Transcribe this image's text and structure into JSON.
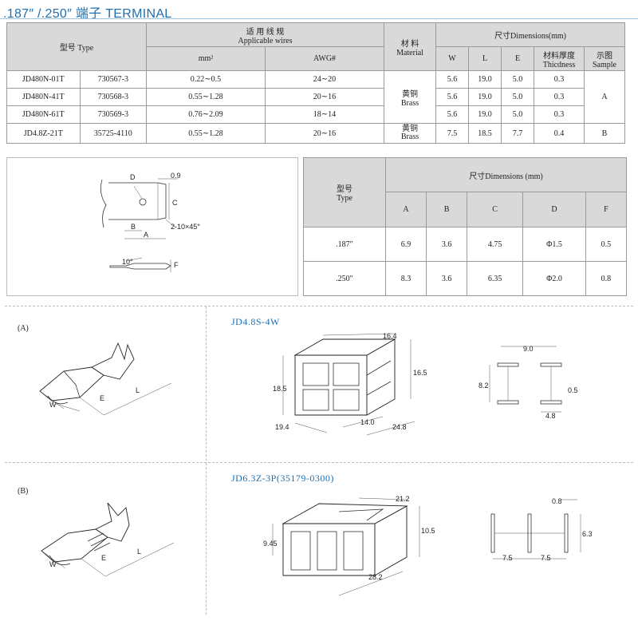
{
  "header": {
    "title": ".187″ /.250″ 端子 TERMINAL"
  },
  "table1": {
    "h_type": "型号  Type",
    "h_wires_cn": "适 用 线 规",
    "h_wires_en": "Applicable wires",
    "h_mm2": "mm²",
    "h_awg": "AWG#",
    "h_material_cn": "材  料",
    "h_material_en": "Material",
    "h_dims": "尺寸Dimensions(mm)",
    "h_w": "W",
    "h_l": "L",
    "h_e": "E",
    "h_thick_cn": "材料厚度",
    "h_thick_en": "Thicdness",
    "h_sample_cn": "示图",
    "h_sample_en": "Sample",
    "brass_cn": "黄铜",
    "brass_en": "Brass",
    "rows": [
      {
        "model": "JD480N-01T",
        "code": "730567-3",
        "mm2": "0.22∼0.5",
        "awg": "24∼20",
        "w": "5.6",
        "l": "19.0",
        "e": "5.0",
        "t": "0.3"
      },
      {
        "model": "JD480N-41T",
        "code": "730568-3",
        "mm2": "0.55∼1.28",
        "awg": "20∼16",
        "w": "5.6",
        "l": "19.0",
        "e": "5.0",
        "t": "0.3"
      },
      {
        "model": "JD480N-61T",
        "code": "730569-3",
        "mm2": "0.76∼2.09",
        "awg": "18∼14",
        "w": "5.6",
        "l": "19.0",
        "e": "5.0",
        "t": "0.3"
      },
      {
        "model": "JD4.8Z-21T",
        "code": "35725-4110",
        "mm2": "0.55∼1.28",
        "awg": "20∼16",
        "w": "7.5",
        "l": "18.5",
        "e": "7.7",
        "t": "0.4"
      }
    ],
    "sample_a": "A",
    "sample_b": "B"
  },
  "table2": {
    "h_type_cn": "型号",
    "h_type_en": "Type",
    "h_dims": "尺寸Dimensions (mm)",
    "cols": [
      "A",
      "B",
      "C",
      "D",
      "F"
    ],
    "rows": [
      {
        "type": ".187″",
        "a": "6.9",
        "b": "3.6",
        "c": "4.75",
        "d": "Φ1.5",
        "f": "0.5"
      },
      {
        "type": ".250″",
        "a": "8.3",
        "b": "3.6",
        "c": "6.35",
        "d": "Φ2.0",
        "f": "0.8"
      }
    ]
  },
  "drawing1": {
    "d": "D",
    "c": "C",
    "b": "B",
    "a": "A",
    "f": "F",
    "dim09": "0.9",
    "chamfer": "2-10×45°",
    "angle": "10°"
  },
  "sectionA": {
    "label": "(A)",
    "model": "JD4.8S-4W",
    "w": "W",
    "e": "E",
    "l": "L",
    "d164": "16.4",
    "d165": "16.5",
    "d185": "18.5",
    "d194": "19.4",
    "d140": "14.0",
    "d248": "24.8",
    "d90": "9.0",
    "d82": "8.2",
    "d05": "0.5",
    "d48": "4.8"
  },
  "sectionB": {
    "label": "(B)",
    "model": "JD6.3Z-3P(35179-0300)",
    "w": "W",
    "e": "E",
    "l": "L",
    "d212": "21.2",
    "d945": "9.45",
    "d105": "10.5",
    "d282": "28.2",
    "d08": "0.8",
    "d63": "6.3",
    "d75a": "7.5",
    "d75b": "7.5"
  }
}
